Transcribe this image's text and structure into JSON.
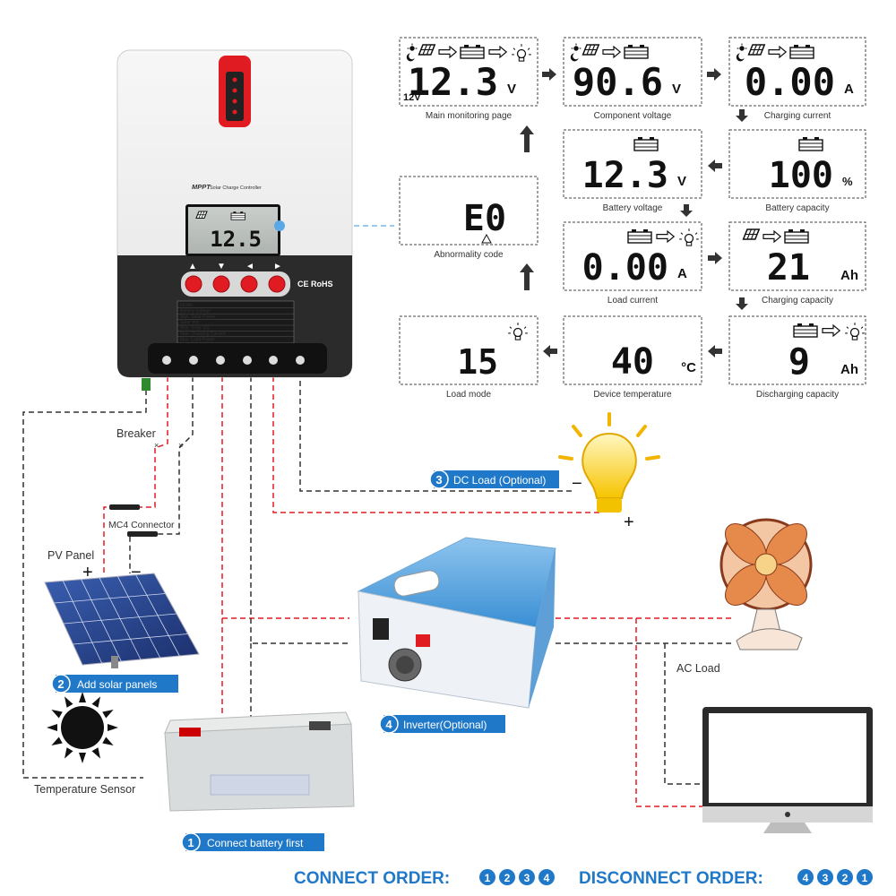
{
  "controller": {
    "title": "MPPT",
    "subtitle": "Solar Charge Controller",
    "lcd_value": "12.5",
    "arrows": [
      "▲",
      "▼",
      "◄",
      "►"
    ],
    "cert": "CE RoHS",
    "table_rows": [
      "Model",
      "Battery Voltage",
      "Max. Solar Power",
      "Solar Voc",
      "Max. Solar Vol.",
      "Max. Charging Current",
      "Max. Load Power"
    ]
  },
  "screens": [
    {
      "value": "12.3",
      "unit": "V",
      "caption": "Main monitoring page",
      "extra": "12V"
    },
    {
      "value": "90.6",
      "unit": "V",
      "caption": "Component voltage"
    },
    {
      "value": "0.00",
      "unit": "A",
      "caption": "Charging current"
    },
    {
      "value": "12.3",
      "unit": "V",
      "caption": "Battery voltage"
    },
    {
      "value": "100",
      "unit": "%",
      "caption": "Battery capacity"
    },
    {
      "value": "E0",
      "unit": "",
      "caption": "Abnormality code"
    },
    {
      "value": "0.00",
      "unit": "A",
      "caption": "Load current"
    },
    {
      "value": "21",
      "unit": "Ah",
      "caption": "Charging capacity"
    },
    {
      "value": "15",
      "unit": "",
      "caption": "Load mode"
    },
    {
      "value": "40",
      "unit": "°C",
      "caption": "Device temperature"
    },
    {
      "value": "9",
      "unit": "Ah",
      "caption": "Discharging capacity"
    }
  ],
  "labels": {
    "breaker": "Breaker",
    "mc4": "MC4 Connector",
    "pv_panel": "PV Panel",
    "plus": "+",
    "minus": "−",
    "temp_sensor": "Temperature Sensor",
    "ac_load": "AC Load"
  },
  "steps": [
    {
      "num": "1",
      "text": "Connect battery first"
    },
    {
      "num": "2",
      "text": "Add solar panels"
    },
    {
      "num": "3",
      "text": "DC Load (Optional)"
    },
    {
      "num": "4",
      "text": "Inverter(Optional)"
    }
  ],
  "order": {
    "connect_label": "CONNECT ORDER:",
    "connect_seq": [
      "1",
      "2",
      "3",
      "4"
    ],
    "disconnect_label": "DISCONNECT ORDER:",
    "disconnect_seq": [
      "4",
      "3",
      "2",
      "1"
    ]
  },
  "colors": {
    "accent": "#1f78c8",
    "red": "#e11b22",
    "wire_black": "#333333"
  }
}
